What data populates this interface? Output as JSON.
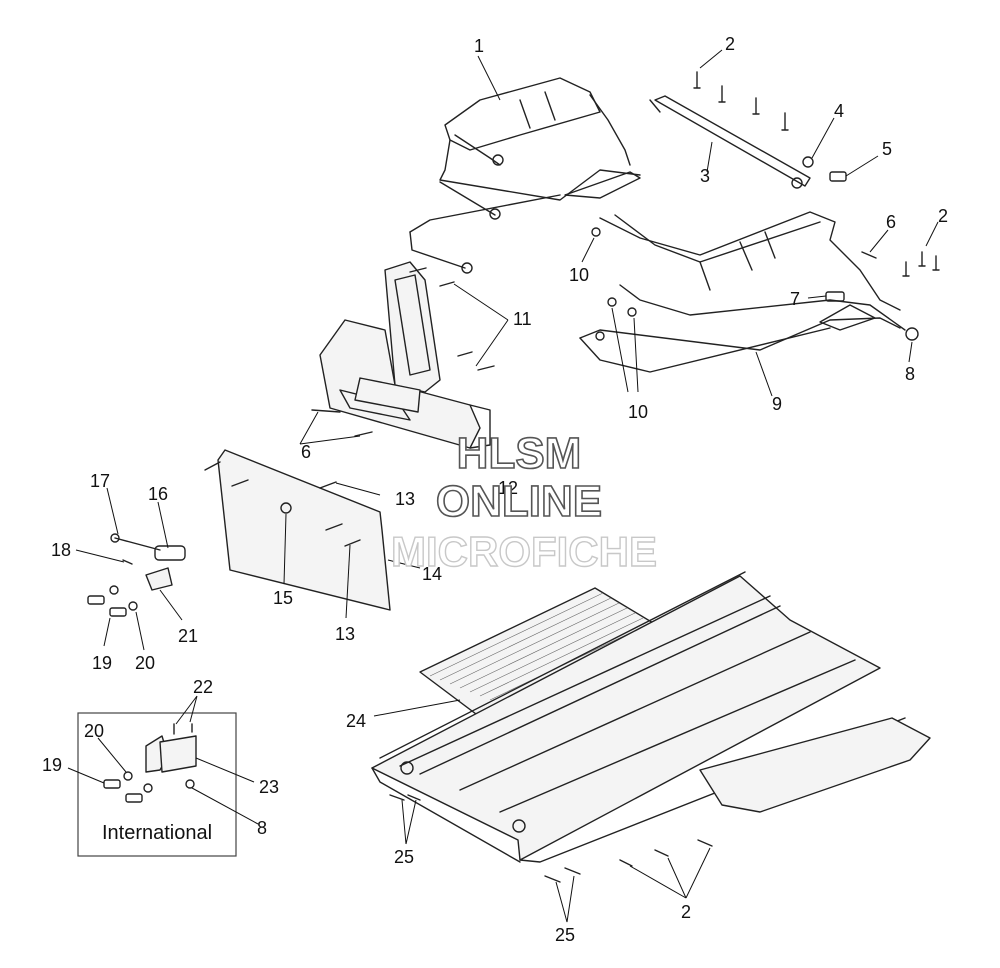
{
  "diagram": {
    "callouts": [
      {
        "id": "c1",
        "text": "1"
      },
      {
        "id": "c2a",
        "text": "2"
      },
      {
        "id": "c2b",
        "text": "2"
      },
      {
        "id": "c2c",
        "text": "2"
      },
      {
        "id": "c3",
        "text": "3"
      },
      {
        "id": "c4",
        "text": "4"
      },
      {
        "id": "c5",
        "text": "5"
      },
      {
        "id": "c6a",
        "text": "6"
      },
      {
        "id": "c6b",
        "text": "6"
      },
      {
        "id": "c7",
        "text": "7"
      },
      {
        "id": "c8a",
        "text": "8"
      },
      {
        "id": "c8b",
        "text": "8"
      },
      {
        "id": "c9",
        "text": "9"
      },
      {
        "id": "c10a",
        "text": "10"
      },
      {
        "id": "c10b",
        "text": "10"
      },
      {
        "id": "c11",
        "text": "11"
      },
      {
        "id": "c12",
        "text": "12"
      },
      {
        "id": "c13a",
        "text": "13"
      },
      {
        "id": "c13b",
        "text": "13"
      },
      {
        "id": "c14",
        "text": "14"
      },
      {
        "id": "c15",
        "text": "15"
      },
      {
        "id": "c16",
        "text": "16"
      },
      {
        "id": "c17",
        "text": "17"
      },
      {
        "id": "c18",
        "text": "18"
      },
      {
        "id": "c19a",
        "text": "19"
      },
      {
        "id": "c19b",
        "text": "19"
      },
      {
        "id": "c20a",
        "text": "20"
      },
      {
        "id": "c20b",
        "text": "20"
      },
      {
        "id": "c21",
        "text": "21"
      },
      {
        "id": "c22",
        "text": "22"
      },
      {
        "id": "c23",
        "text": "23"
      },
      {
        "id": "c24",
        "text": "24"
      },
      {
        "id": "c25a",
        "text": "25"
      },
      {
        "id": "c25b",
        "text": "25"
      }
    ],
    "inset_label": "International",
    "watermark": {
      "line1": "HLSM",
      "line2": "ONLINE",
      "line3": "MICROFICHE"
    }
  }
}
